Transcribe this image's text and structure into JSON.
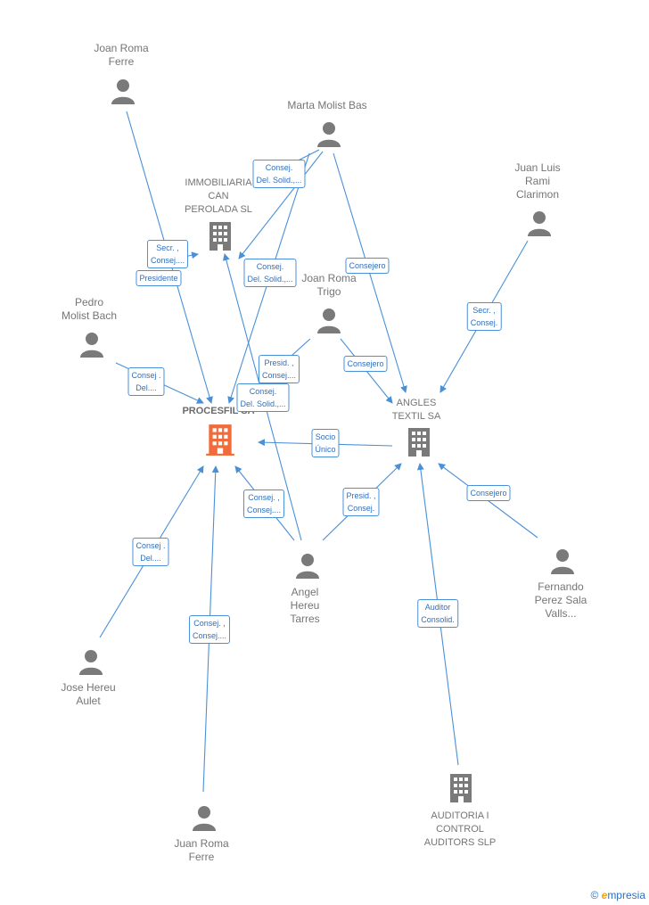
{
  "people": {
    "joan_roma_ferre": "Joan Roma\nFerre",
    "marta_molist_bas": "Marta Molist Bas",
    "juan_luis_rami": "Juan Luis\nRami\nClarimon",
    "joan_roma_trigo": "Joan Roma\nTrigo",
    "pedro_molist_bach": "Pedro\nMolist Bach",
    "angel_hereu_tarres": "Angel\nHereu\nTarres",
    "fernando_perez": "Fernando\nPerez Sala\nValls...",
    "jose_hereu_aulet": "Jose Hereu\nAulet",
    "juan_roma_ferre": "Juan Roma\nFerre"
  },
  "companies": {
    "immobiliaria": "IMMOBILIARIA\nCAN\nPEROLADA SL",
    "procesfil": "PROCESFIL SA",
    "angles": "ANGLES\nTEXTIL SA",
    "auditoria": "AUDITORIA I\nCONTROL\nAUDITORS SLP"
  },
  "edges": {
    "e1": "Consej.\nDel. Solid.,...",
    "e2": "Secr. ,\nConsej....",
    "e3": "Presidente",
    "e4": "Consej.\nDel. Solid.,...",
    "e5": "Consejero",
    "e6": "Secr. ,\nConsej.",
    "e7": "Consej .\nDel....",
    "e8": "Presid. ,\nConsej....",
    "e9": "Consejero",
    "e10": "Consej.\nDel. Solid.,...",
    "e11": "Socio\nÚnico",
    "e12": "Presid. ,\nConsej.",
    "e13": "Consejero",
    "e14": "Consej. ,\nConsej....",
    "e15": "Consej .\nDel....",
    "e16": "Auditor\nConsolid.",
    "e17": "Consej. ,\nConsej...."
  },
  "brand": {
    "copyright": "©",
    "e": "e",
    "name": "mpresia"
  },
  "colors": {
    "edge": "#4a90d9",
    "person": "#7a7a7a",
    "company": "#7a7a7a",
    "focus": "#f26b3a"
  }
}
